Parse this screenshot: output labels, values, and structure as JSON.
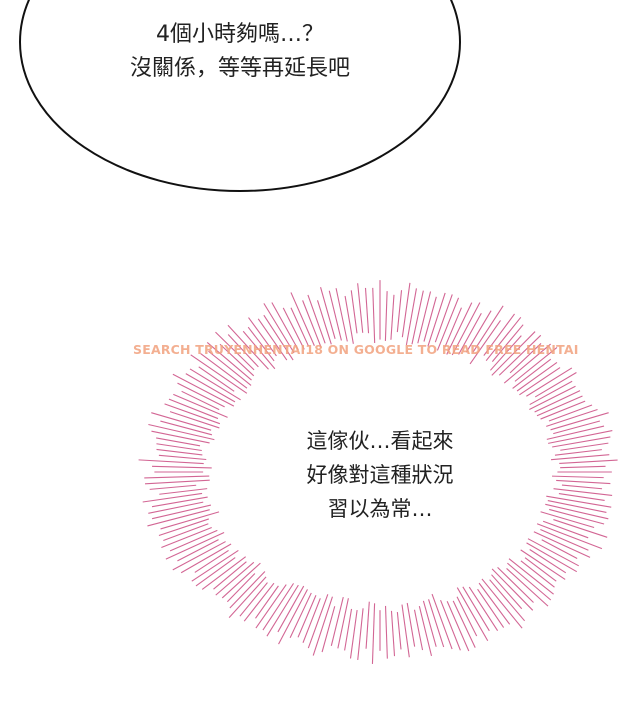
{
  "speech_bubble": {
    "lines": [
      "4個小時夠嗎…？",
      "沒關係，等等再延長吧"
    ]
  },
  "thought_burst": {
    "lines": [
      "這傢伙…看起來",
      "好像對這種狀況",
      "習以為常…"
    ],
    "line_color": "#c8407a"
  },
  "watermark": "SEARCH TRUYENHENTAI18 ON GOOGLE TO READ FREE HENTAI"
}
